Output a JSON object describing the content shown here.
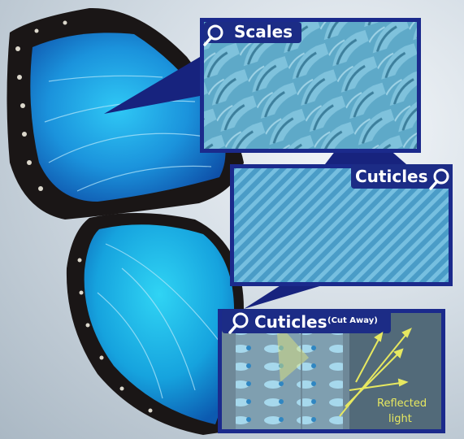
{
  "panels": {
    "scales": {
      "title": "Scales"
    },
    "cuticles": {
      "title": "Cuticles"
    },
    "cutaway": {
      "title": "Cuticles",
      "subtitle": "(Cut Away)"
    }
  },
  "annotation": {
    "line1": "Reflected",
    "line2": "light"
  },
  "colors": {
    "wing_blue": "#1e9ee0",
    "panel_border": "#1a2a8a",
    "label_box": "#1c2c86",
    "reflected_light": "#e7e860",
    "background": "#c9d3dc"
  },
  "icons": [
    "magnifier-icon"
  ]
}
